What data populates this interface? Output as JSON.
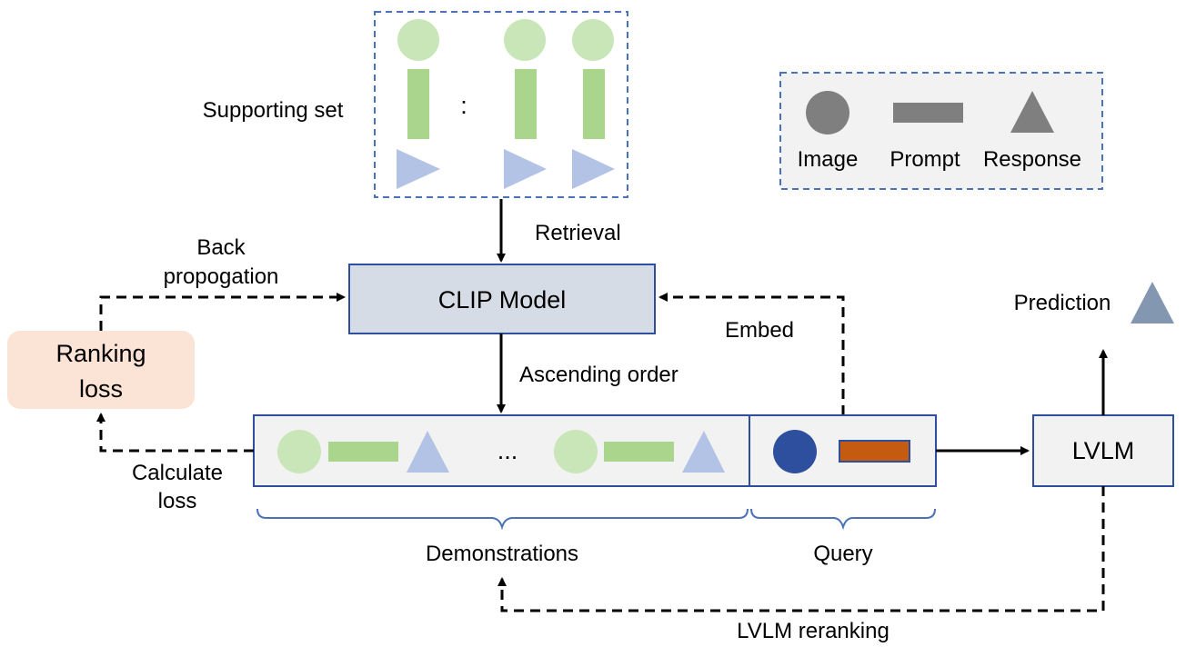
{
  "supporting_set": {
    "label": "Supporting set",
    "ellipsis": ":"
  },
  "legend": {
    "image_label": "Image",
    "prompt_label": "Prompt",
    "response_label": "Response"
  },
  "clip_model": {
    "label": "CLIP Model"
  },
  "ranking_loss": {
    "line1": "Ranking",
    "line2": "loss"
  },
  "lvlm": {
    "label": "LVLM"
  },
  "demonstrations": {
    "ellipsis": "...",
    "label": "Demonstrations"
  },
  "query": {
    "label": "Query"
  },
  "edges": {
    "retrieval": "Retrieval",
    "back_propagation_line1": "Back",
    "back_propagation_line2": "propogation",
    "embed": "Embed",
    "ascending_order": "Ascending order",
    "calculate_loss_line1": "Calculate",
    "calculate_loss_line2": "loss",
    "prediction": "Prediction",
    "lvlm_reranking": "LVLM reranking"
  },
  "colors": {
    "image_light": "#c9e6b8",
    "prompt_light": "#a9d68c",
    "response_light": "#b3c3e6",
    "legend_shape": "#7f7f7f",
    "query_image": "#2e4f9e",
    "query_prompt": "#c55a11",
    "query_prompt_border": "#2e4f9e",
    "clip_fill": "#d6dce5",
    "box_border": "#2e4f9e",
    "ranking_fill": "#fbe3d5",
    "prediction_triangle": "#8497b0",
    "dashed_border": "#4a72b8"
  }
}
